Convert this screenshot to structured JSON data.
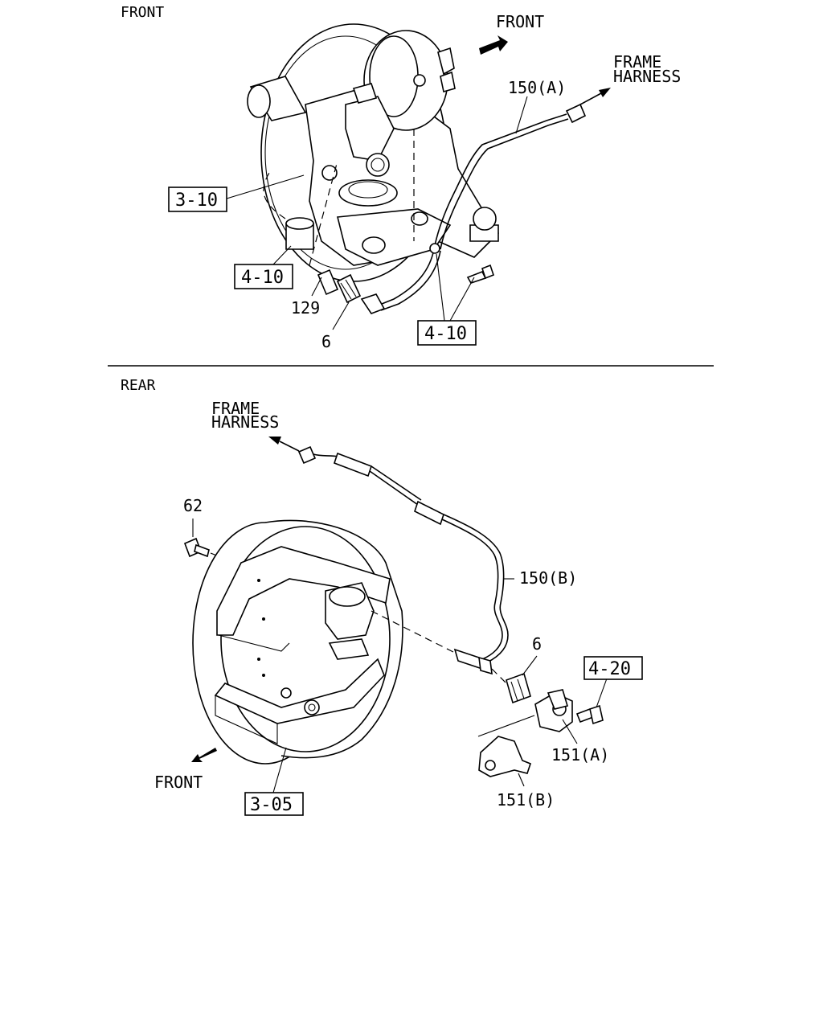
{
  "front_section": {
    "section_label": "FRONT",
    "direction_label": "FRONT",
    "harness_line1": "FRAME",
    "harness_line2": "HARNESS",
    "part_150a": "150(A)",
    "ref_3_10": "3-10",
    "ref_4_10_left": "4-10",
    "ref_4_10_bottom": "4-10",
    "part_129": "129",
    "part_6": "6"
  },
  "rear_section": {
    "section_label": "REAR",
    "harness_line1": "FRAME",
    "harness_line2": "HARNESS",
    "part_62": "62",
    "part_150b": "150(B)",
    "part_6": "6",
    "ref_4_20": "4-20",
    "part_151a": "151(A)",
    "part_151b": "151(B)",
    "direction_label": "FRONT",
    "ref_3_05": "3-05"
  }
}
